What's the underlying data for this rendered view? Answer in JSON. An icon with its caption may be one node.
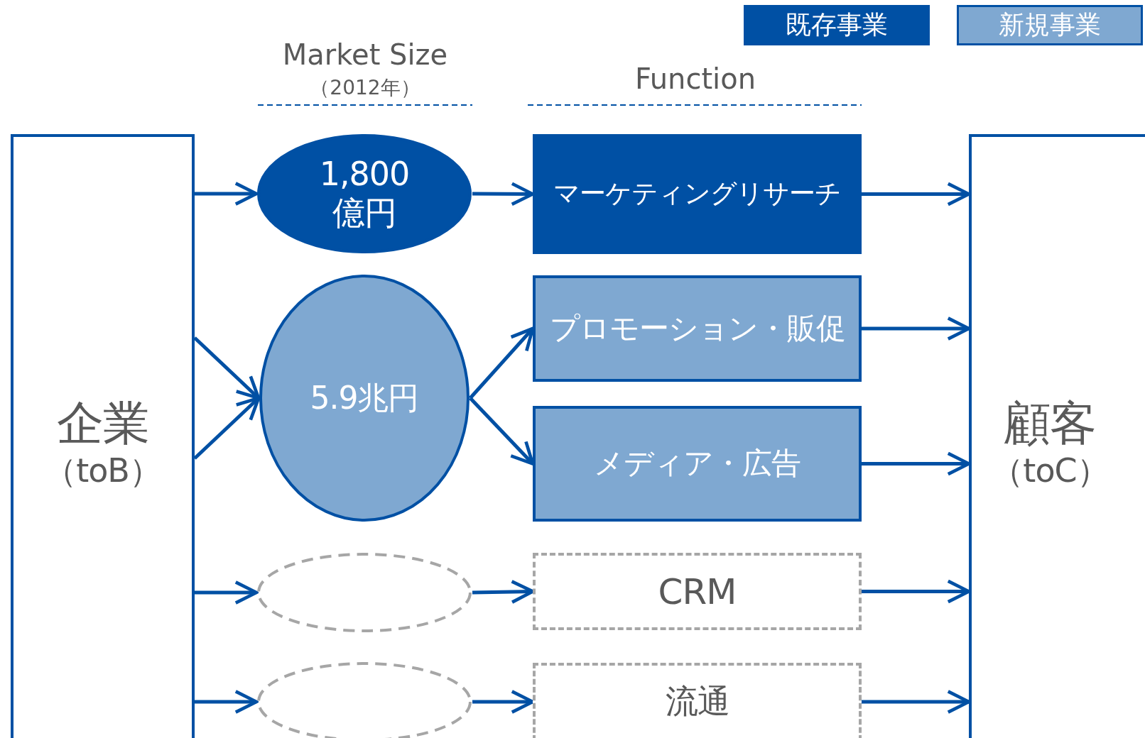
{
  "diagram": {
    "nodes": [
      {
        "text": [
          "企業",
          "（toB）"
        ]
      },
      {
        "text": [
          "1,800億円"
        ]
      },
      {
        "text": [
          "5.9兆円"
        ]
      },
      {
        "text": [],
        "shape": "ellipse"
      },
      {
        "text": [],
        "shape": "ellipse"
      },
      {
        "text": [
          "マーケティングリサーチ"
        ]
      },
      {
        "text": [
          "プロモーション・販促"
        ]
      },
      {
        "text": [
          "メディア・広告"
        ]
      },
      {
        "text": [
          "CRM"
        ]
      },
      {
        "text": [
          "流通"
        ]
      },
      {
        "text": [
          "顧客",
          "（toC）"
        ]
      }
    ],
    "edges": [
      {
        "from": 0,
        "to": 1,
        "arrow": "to"
      },
      {
        "from": 0,
        "to": 2,
        "arrow": "to"
      },
      {
        "from": 0,
        "to": 2,
        "arrow": "to"
      },
      {
        "from": 0,
        "to": 3,
        "arrow": "to"
      },
      {
        "from": 0,
        "to": 4,
        "arrow": "to"
      },
      {
        "from": 1,
        "to": 5,
        "arrow": "to"
      },
      {
        "from": 2,
        "to": 6,
        "arrow": "to"
      },
      {
        "from": 2,
        "to": 7,
        "arrow": "to"
      },
      {
        "from": 3,
        "to": 8,
        "arrow": "to"
      },
      {
        "from": 4,
        "to": 9,
        "arrow": "to"
      },
      {
        "from": 5,
        "to": 10,
        "arrow": "to"
      },
      {
        "from": 6,
        "to": 10,
        "arrow": "to"
      },
      {
        "from": 7,
        "to": 10,
        "arrow": "to"
      },
      {
        "from": 8,
        "to": 10,
        "arrow": "to"
      },
      {
        "from": 9,
        "to": 10,
        "arrow": "to"
      }
    ],
    "labels": [
      "Market Size",
      "（2012年）",
      "Function"
    ],
    "legend": [
      {
        "text": "既存事業",
        "color": "#0050a4"
      },
      {
        "text": "新規事業",
        "color": "#7fa8d1"
      }
    ]
  }
}
